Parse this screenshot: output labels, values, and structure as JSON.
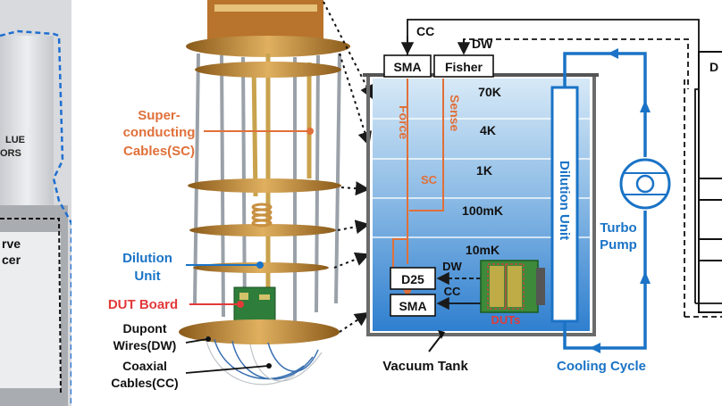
{
  "photo_left": {
    "logo_line1": "LUE",
    "logo_line2": "ORS",
    "label_line1": "rve",
    "label_line2": "cer"
  },
  "fridge_labels": {
    "superconducting": [
      "Super-",
      "conducting",
      "Cables(SC)"
    ],
    "dilution_unit": [
      "Dilution",
      "Unit"
    ],
    "dut_board": "DUT Board",
    "dupont": [
      "Dupont",
      "Wires(DW)"
    ],
    "coaxial": [
      "Coaxial",
      "Cables(CC)"
    ]
  },
  "schematic": {
    "cc_top": "CC",
    "dw_top": "DW",
    "sma_top": "SMA",
    "fisher": "Fisher",
    "force": "Force",
    "sense": "Sense",
    "sc": "SC",
    "stages": [
      "70K",
      "4K",
      "1K",
      "100mK",
      "10mK"
    ],
    "d25": "D25",
    "sma_bottom": "SMA",
    "dw_inner": "DW",
    "cc_inner": "CC",
    "duts": "DUTs",
    "dilution_unit": "Dilution Unit",
    "turbo_pump": [
      "Turbo",
      "Pump"
    ],
    "cooling_cycle": "Cooling Cycle",
    "vacuum_tank": "Vacuum Tank",
    "right_cut": "D"
  },
  "colors": {
    "orange": "#e0703a",
    "blue": "#1a73c6",
    "red": "#e23a3a",
    "dark": "#1a1a1a"
  }
}
